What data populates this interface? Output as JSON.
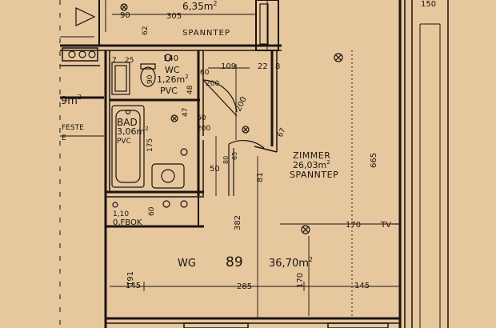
{
  "labels": {
    "top_area": "6,35m",
    "top_area_sup": "2",
    "top_dim_a": "90",
    "top_dim_b": "305",
    "top_dim_150": "150",
    "top_dim_62": "62",
    "top_floor": "SPANNTEP",
    "left_area": "9m",
    "left_area_sup": "2",
    "left_feste": "FESTE",
    "left_e": "E",
    "wc_name": "WC",
    "wc_area": "1,26m",
    "wc_area_sup": "2",
    "wc_floor": "PVC",
    "wc_dim_140": "140",
    "wc_dim_90": "90",
    "wc_dim_60": "60",
    "wc_dim_200": "200",
    "wc_dim_48": "48",
    "wc_dim_25": "25",
    "wc_dim_7": "7",
    "dim_109": "109",
    "dim_22": "22",
    "dim_8": "8",
    "dim_200_diag": "200",
    "bad_name": "BAD",
    "bad_area": "3,06m",
    "bad_area_sup": "2",
    "bad_floor": "PVC",
    "bad_dim_175": "175",
    "bad_dim_47": "47",
    "bad_dim_60": "60",
    "bad_dim_200": "200",
    "bad_dim_50": "50",
    "bad_dim_80": "80",
    "bad_dim_65": "65",
    "zimmer_name": "ZIMMER",
    "zimmer_area": "26,03m",
    "zimmer_area_sup": "2",
    "zimmer_floor": "SPANNTEP",
    "dim_665": "665",
    "dim_81": "81",
    "dim_382": "382",
    "dim_67": "67",
    "dim_170_h": "170",
    "tv": "TV",
    "abst_dim": "1,10",
    "abst_dim_60": "60",
    "abst_name": "0,FBOK",
    "wg_label": "WG",
    "wg_number": "89",
    "wg_area": "36,70m",
    "wg_area_sup": "2",
    "dim_191": "191",
    "dim_145_l": "145",
    "dim_285": "285",
    "dim_170_v": "170",
    "dim_145_r": "145"
  }
}
